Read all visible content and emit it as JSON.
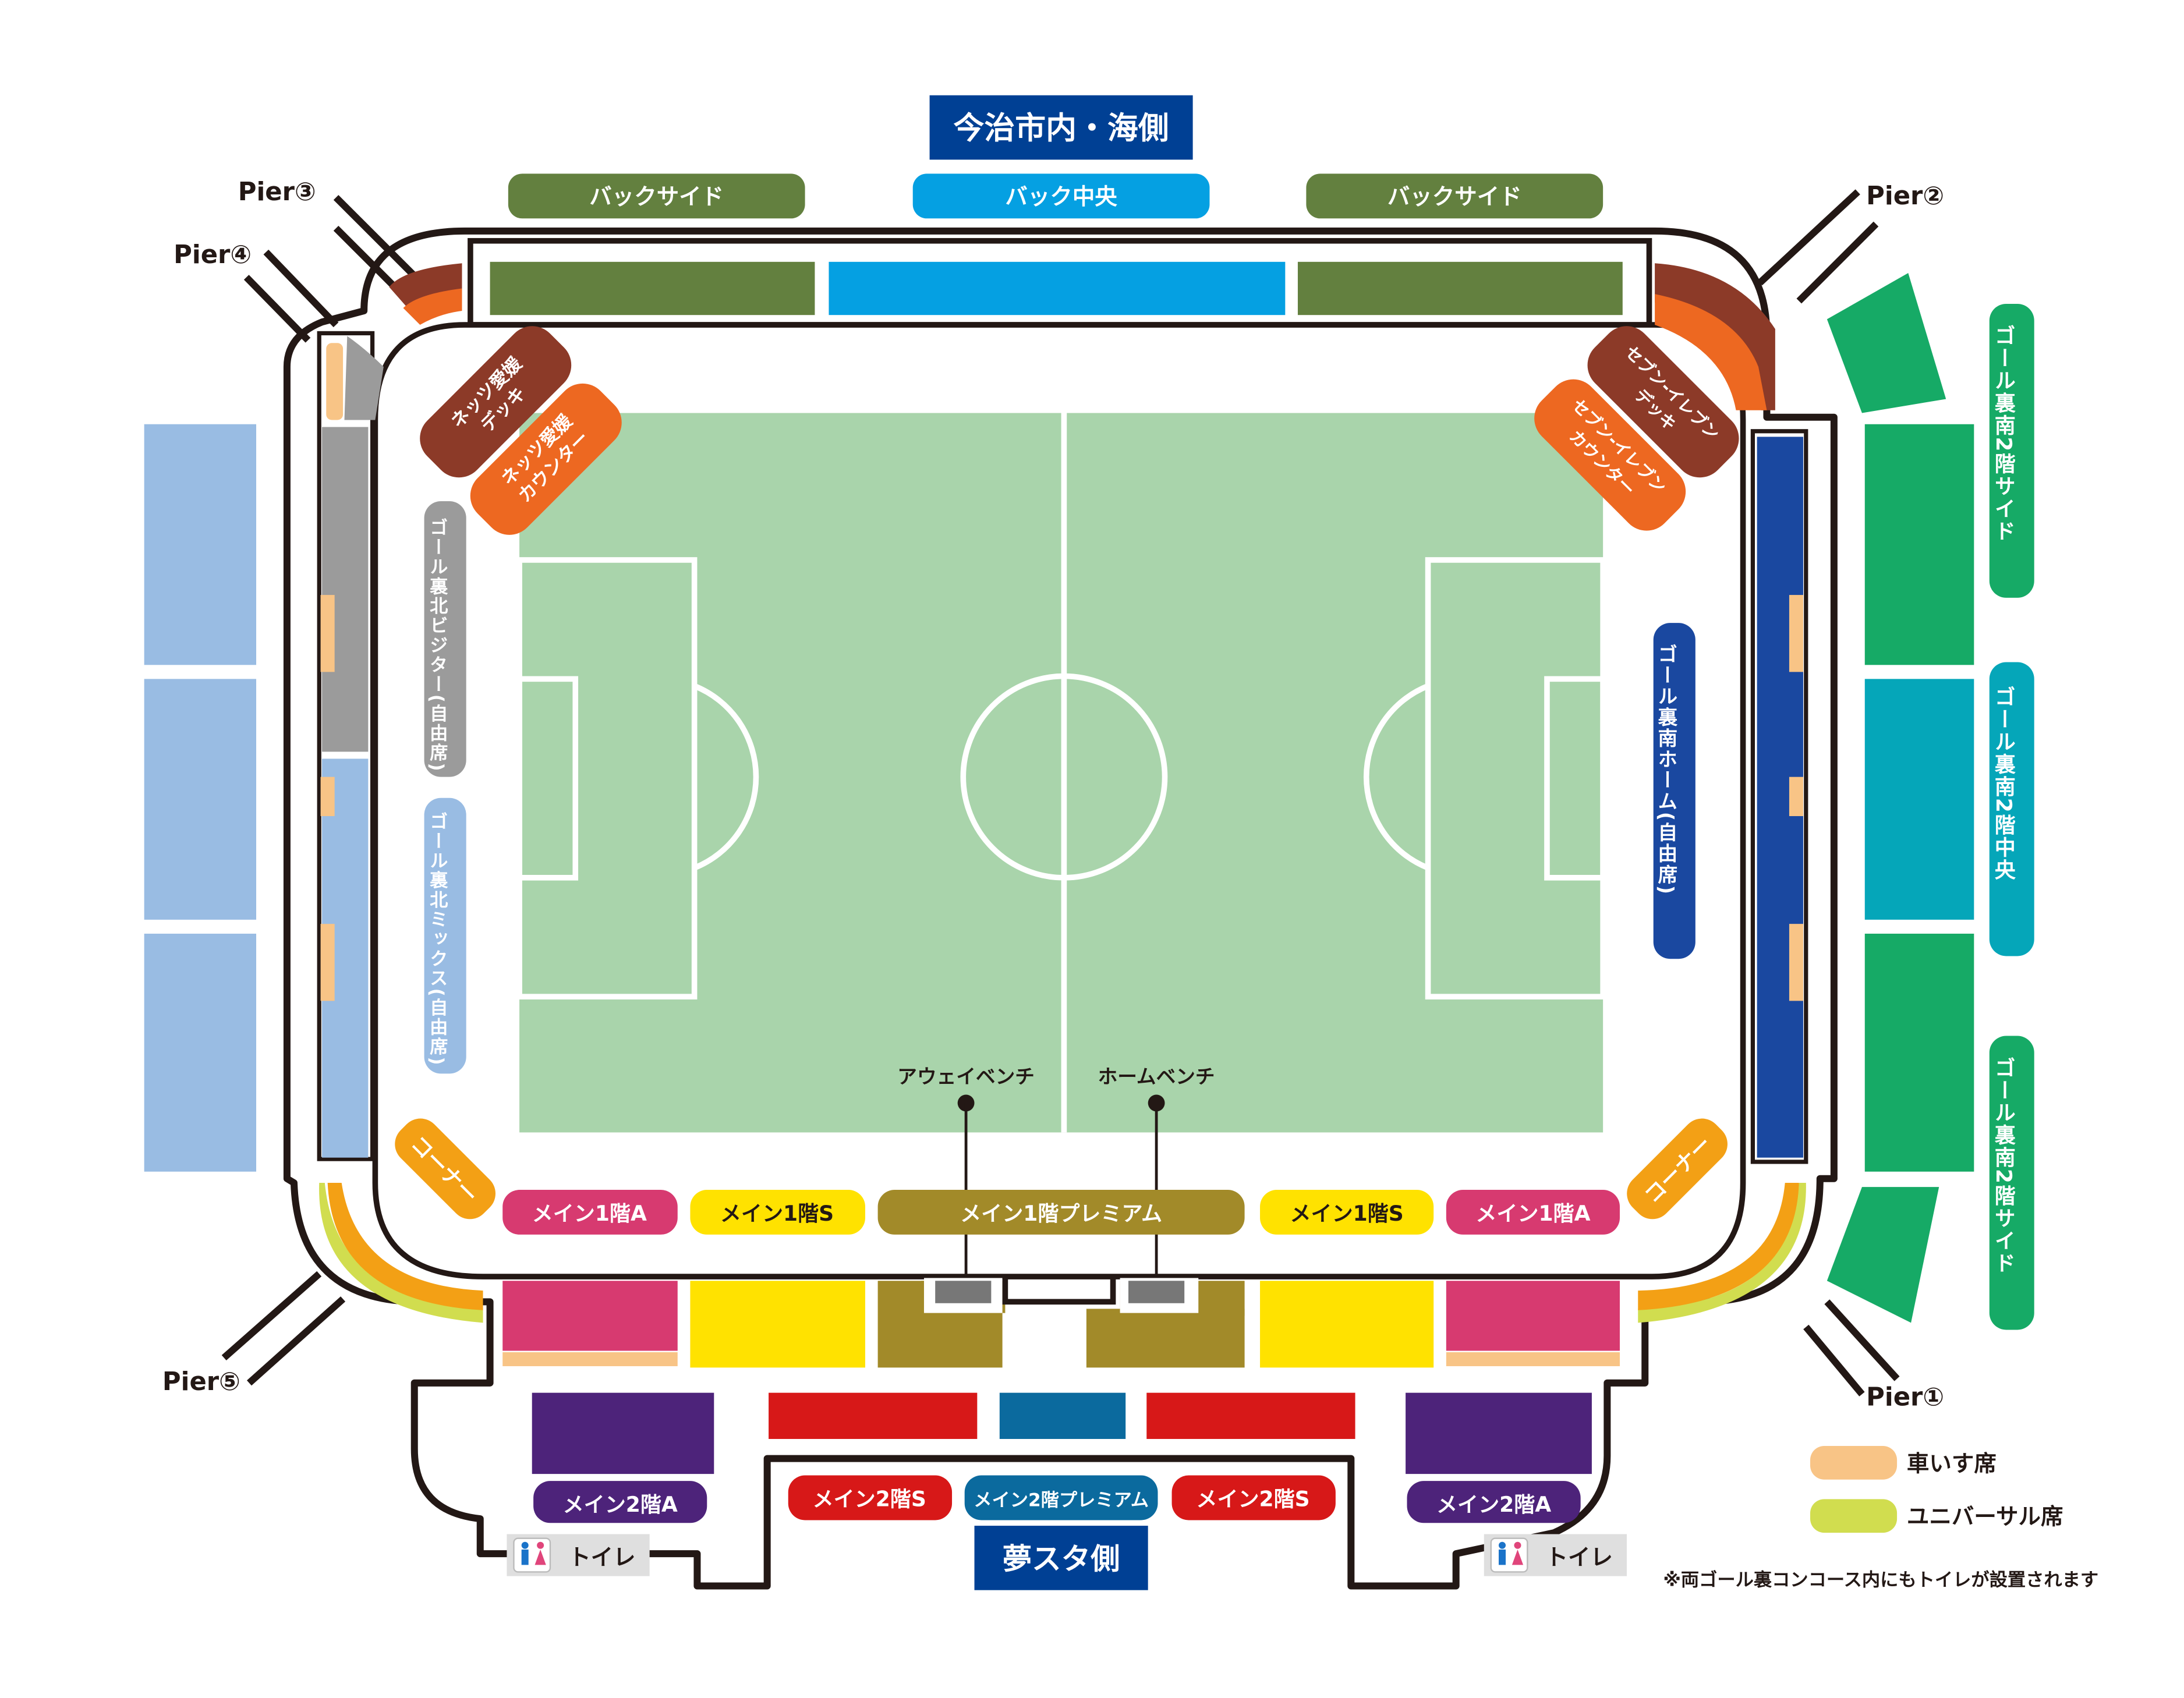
{
  "header": {
    "sea_side": "今治市内・海側",
    "back_side": "バックサイド",
    "back_center": "バック中央"
  },
  "piers": {
    "p1": "Pier①",
    "p2": "Pier②",
    "p3": "Pier③",
    "p4": "Pier④",
    "p5": "Pier⑤"
  },
  "decks": {
    "nets_deck": [
      "ネッツ愛媛",
      "デッキ"
    ],
    "nets_counter": [
      "ネッツ愛媛",
      "カウンター"
    ],
    "seven_deck": [
      "セブン-イレブン",
      "デッキ"
    ],
    "seven_counter": [
      "セブン-イレブン",
      "カウンター"
    ]
  },
  "north": {
    "visitor": "ゴール裏北ビジター(自由席)",
    "mix": "ゴール裏北ミックス(自由席)"
  },
  "south": {
    "home": "ゴール裏南ホーム(自由席)",
    "side_top": "ゴール裏南2階サイド",
    "center": "ゴール裏南2階中央",
    "side_bottom": "ゴール裏南2階サイド"
  },
  "benches": {
    "away": "アウェイベンチ",
    "home": "ホームベンチ"
  },
  "main": {
    "corner": "コーナー",
    "m1a": "メイン1階A",
    "m1s": "メイン1階S",
    "m1p": "メイン1階プレミアム",
    "m2a": "メイン2階A",
    "m2s": "メイン2階S",
    "m2p": "メイン2階プレミアム",
    "yume": "夢スタ側",
    "toilet": "トイレ"
  },
  "legend": {
    "wheelchair": "車いす席",
    "universal": "ユニバーサル席"
  },
  "note": "※両ゴール裏コンコース内にもトイレが設置されます",
  "colors": {
    "pitch": "#a9d4ab",
    "back_side": "#63803f",
    "back_center": "#05a0e2",
    "navy": "#004094",
    "visitor_gray": "#9b9b9b",
    "north_light_blue": "#99bce3",
    "south_green": "#16aa66",
    "south_teal": "#05a6b9",
    "home_blue": "#1a48a0",
    "deck_brown": "#8c3a28",
    "deck_orange": "#ed6821",
    "corner_orange": "#f3a015",
    "pink": "#d73a70",
    "yellow": "#ffe200",
    "premium_gold": "#a28a29",
    "purple": "#4d237a",
    "red": "#d71818",
    "premium2_blue": "#0b6a9e",
    "wheelchair": "#f8c486",
    "universal": "#d1dd4f"
  }
}
